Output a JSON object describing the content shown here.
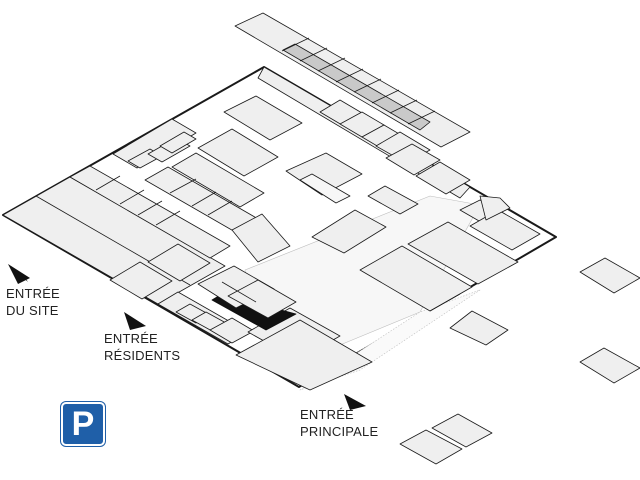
{
  "labels": {
    "site_entrance": [
      "ENTRÉE",
      "DU SITE"
    ],
    "residents_entrance": [
      "ENTRÉE",
      "RÉSIDENTS"
    ],
    "main_entrance": [
      "ENTRÉE",
      "PRINCIPALE"
    ]
  },
  "parking": {
    "symbol": "P",
    "color": "#1f5fa8"
  },
  "colors": {
    "building_fill": "#efefef",
    "outline": "#1a1a1a",
    "highlight": "#111111",
    "pathway": "#f7f7f7"
  },
  "icons": [
    "entrance-arrow-icon",
    "parking-icon"
  ]
}
